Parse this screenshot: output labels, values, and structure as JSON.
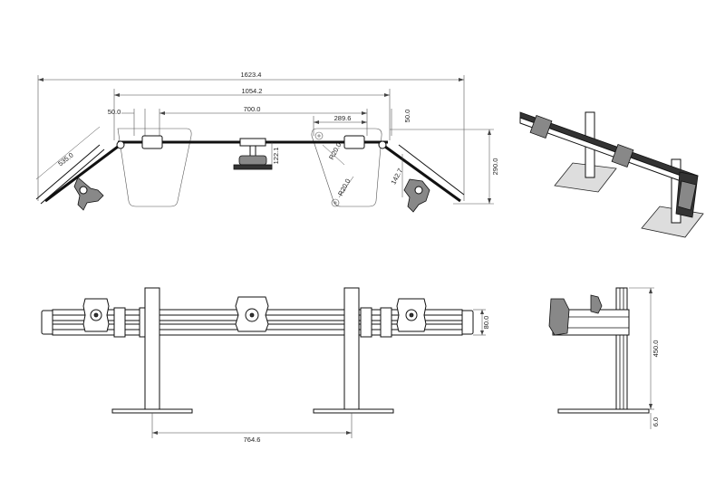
{
  "dimensions": {
    "overall_width": "1623.4",
    "inner_width": "1054.2",
    "clamp_width_left": "50.0",
    "center_span": "700.0",
    "right_offset": "289.6",
    "clamp_width_right": "50.0",
    "arm_length": "535.0",
    "center_drop": "122.1",
    "radius_upper": "R20.0",
    "radius_lower": "R20.0",
    "right_drop": "142.7",
    "total_depth": "290.0",
    "bar_height": "80.0",
    "base_spacing": "764.6",
    "pole_height": "450.0",
    "base_thickness": "6.0"
  }
}
